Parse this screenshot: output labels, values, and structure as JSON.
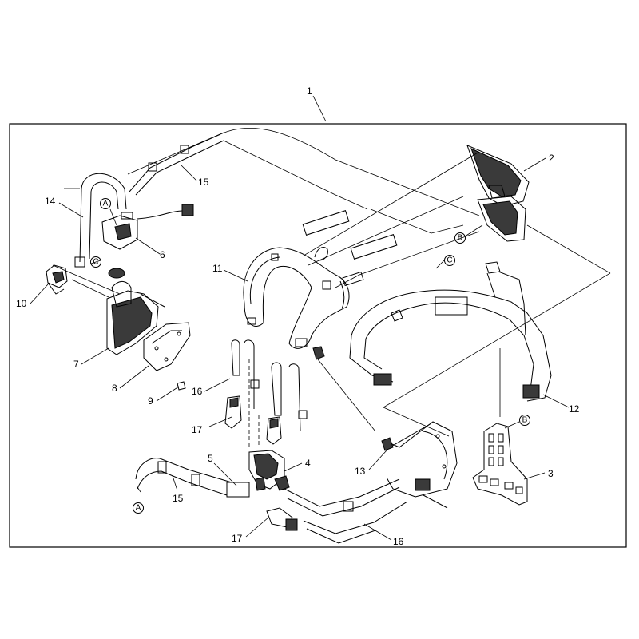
{
  "callouts": {
    "c1": "1",
    "c2": "2",
    "c3": "3",
    "c4": "4",
    "c5": "5",
    "c6": "6",
    "c7": "7",
    "c8": "8",
    "c9": "9",
    "c10": "10",
    "c11": "11",
    "c12": "12",
    "c13": "13",
    "c14": "14",
    "c15a": "15",
    "c15b": "15",
    "c16a": "16",
    "c16b": "16",
    "c17a": "17",
    "c17b": "17"
  },
  "markers": {
    "a1": "A",
    "a2": "A",
    "b1": "B",
    "b2": "B",
    "cc1": "C",
    "cc2": "C"
  }
}
